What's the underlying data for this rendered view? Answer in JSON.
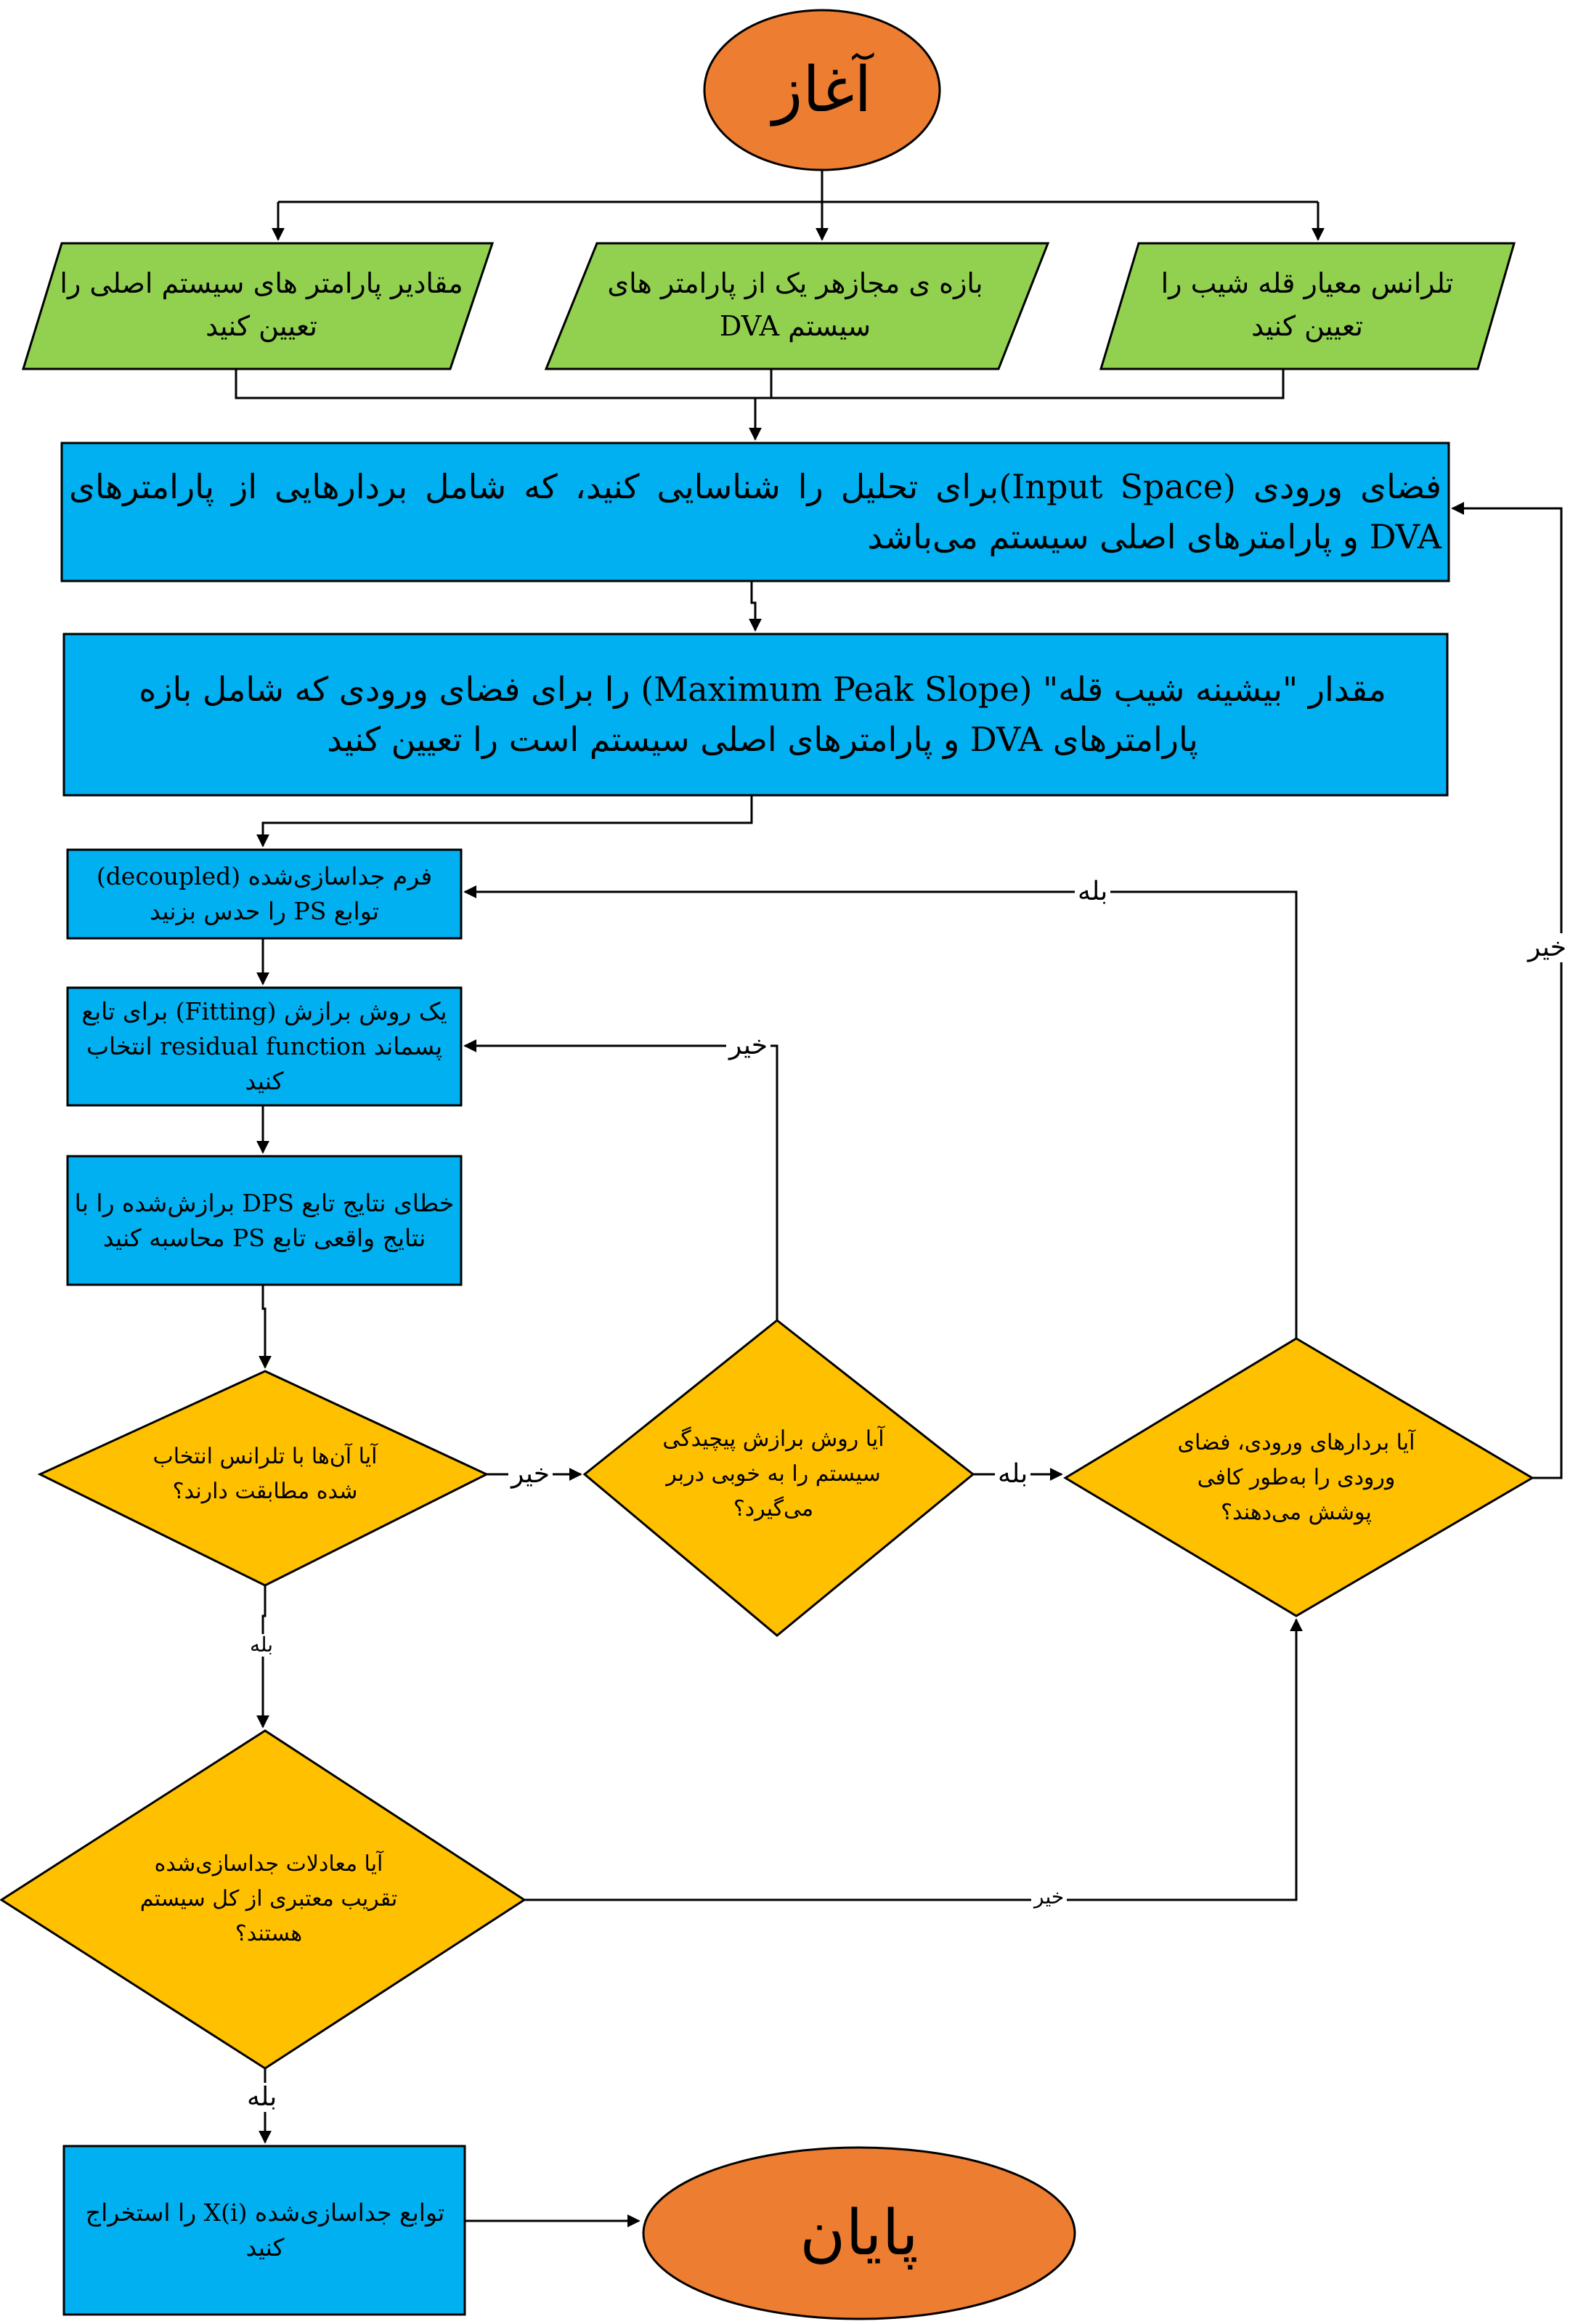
{
  "colors": {
    "terminal": "#ed7d31",
    "input": "#92d050",
    "process": "#00b0f0",
    "decision": "#ffc000",
    "line": "#000000"
  },
  "nodes": {
    "start": "آغاز",
    "input_right": "تلرانس معیار قله شیب را تعیین کنید",
    "input_middle_line1": "بازه ی مجازهر یک از پارامتر های",
    "input_middle_line2": "سیستم  DVA",
    "input_left": "مقادیر پارامتر های سیستم اصلی را تعیین کنید",
    "input_space": "فضای ورودی (Input Space)برای تحلیل را شناسایی کنید، که شامل بردارهایی از پارامترهای DVA و پارامترهای اصلی سیستم می‌باشد",
    "max_peak_slope": "مقدار \"بیشینه شیب قله\" (Maximum Peak Slope) را برای فضای ورودی که شامل بازه پارامترهای DVA و پارامترهای اصلی سیستم است را تعیین کنید",
    "decoupled_form": "فرم جداسازی‌شده (decoupled) توابع PS را حدس بزنید",
    "fitting_method": "یک روش برازش (Fitting) برای تابع پسماند residual function انتخاب کنید",
    "error_calc": "خطای نتایج تابع DPS برازش‌شده را با نتایج واقعی تابع PS محاسبه کنید",
    "decision_tolerance": "آیا آن‌ها با تلرانس انتخاب شده مطابقت دارند؟",
    "decision_fitting": "آیا روش برازش پیچیدگی سیستم را به خوبی دربر می‌گیرد؟",
    "decision_coverage": "آیا بردارهای ورودی، فضای ورودی را به‌طور کافی پوشش می‌دهند؟",
    "decision_equations": "آیا معادلات جداسازی‌شده تقریب معتبری از کل سیستم هستند؟",
    "extract": "توابع جداسازی‌شده X(i) را استخراج کنید",
    "end": "پایان"
  },
  "edge_labels": {
    "yes_top": "بله",
    "no_right_side": "خیر",
    "no_fitting": "خیر",
    "no_tolerance": "خیر",
    "yes_fitting": "بله",
    "yes_tolerance": "بله",
    "no_equations": "خیر",
    "yes_equations": "بله"
  }
}
